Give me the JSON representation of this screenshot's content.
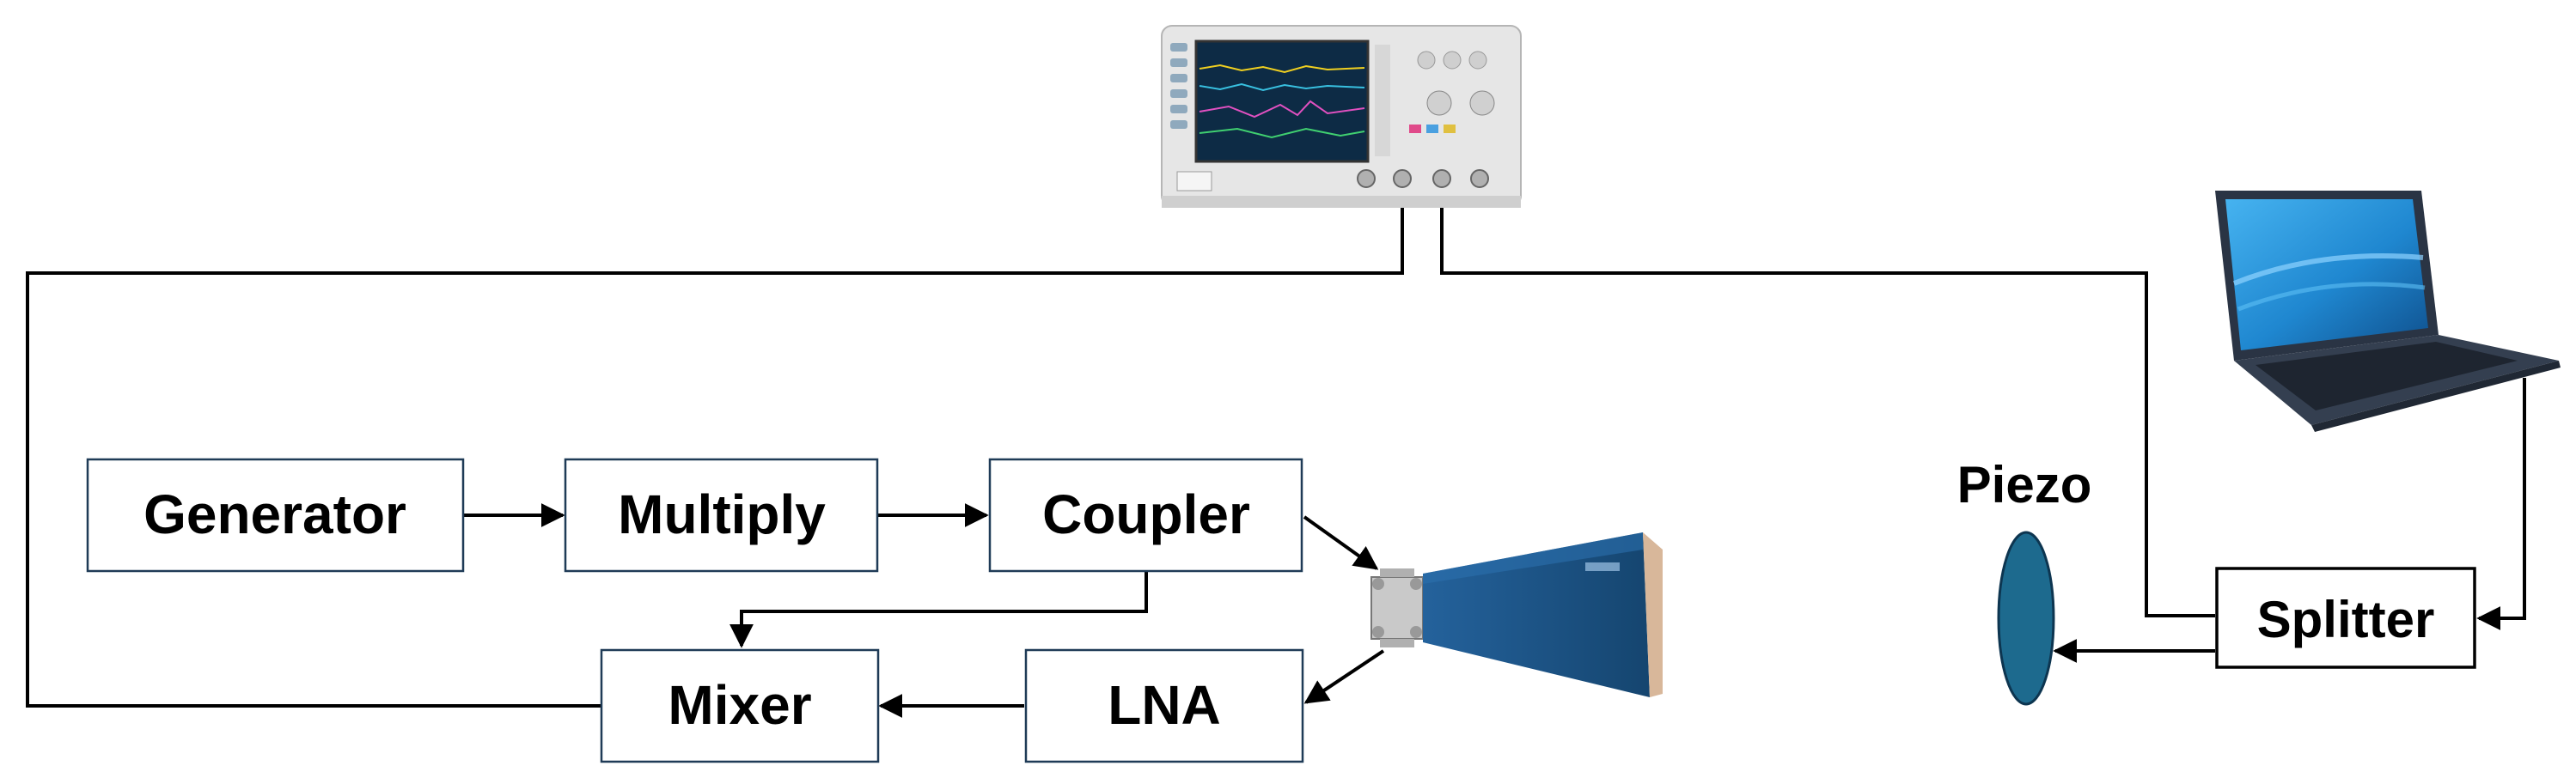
{
  "blocks": {
    "generator": "Generator",
    "multiply": "Multiply",
    "coupler": "Coupler",
    "mixer": "Mixer",
    "lna": "LNA",
    "splitter": "Splitter"
  },
  "labels": {
    "piezo": "Piezo"
  },
  "colors": {
    "line": "#000000",
    "block_border": "#1f3b57",
    "horn": "#1f5a92",
    "piezo": "#1d6a8e",
    "laptop": "#2a3444",
    "laptop_screen": "#1e8fd8",
    "scope_body": "#e6e6e6",
    "scope_screen": "#0d2b45"
  },
  "images": {
    "oscilloscope": "oscilloscope-icon",
    "horn_antenna": "horn-antenna-icon",
    "laptop": "laptop-icon",
    "piezo": "piezo-transducer-icon"
  }
}
